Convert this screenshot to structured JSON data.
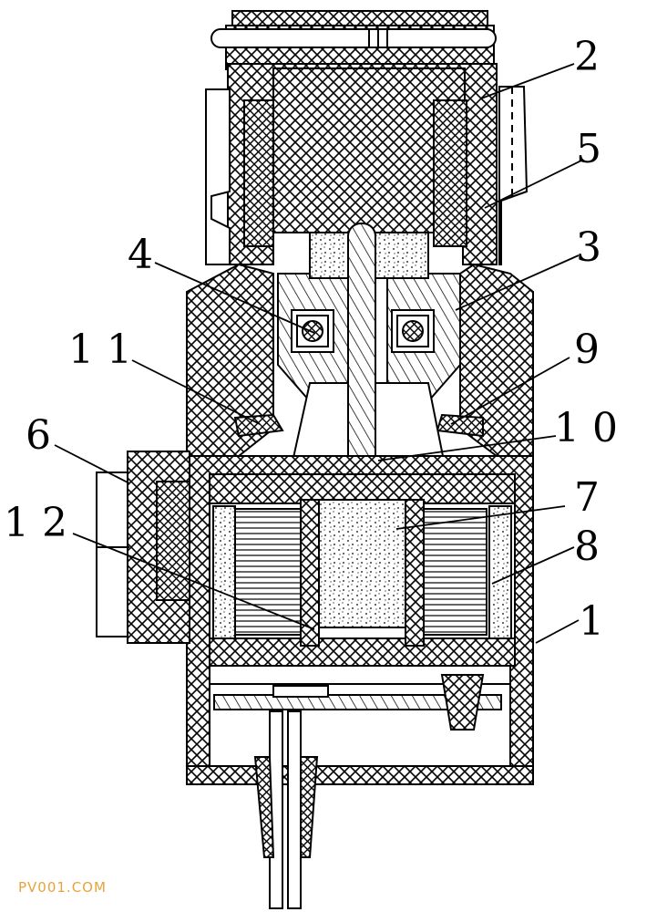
{
  "labels": {
    "l2": "2",
    "l5": "5",
    "l3": "3",
    "l4": "4",
    "l11": "1 1",
    "l9": "9",
    "l6": "6",
    "l10": "1 0",
    "l7": "7",
    "l12": "1 2",
    "l8": "8",
    "l1": "1"
  },
  "watermark": "PV001.COM",
  "colors": {
    "line": "#000000",
    "watermark": "#e8a23a"
  }
}
